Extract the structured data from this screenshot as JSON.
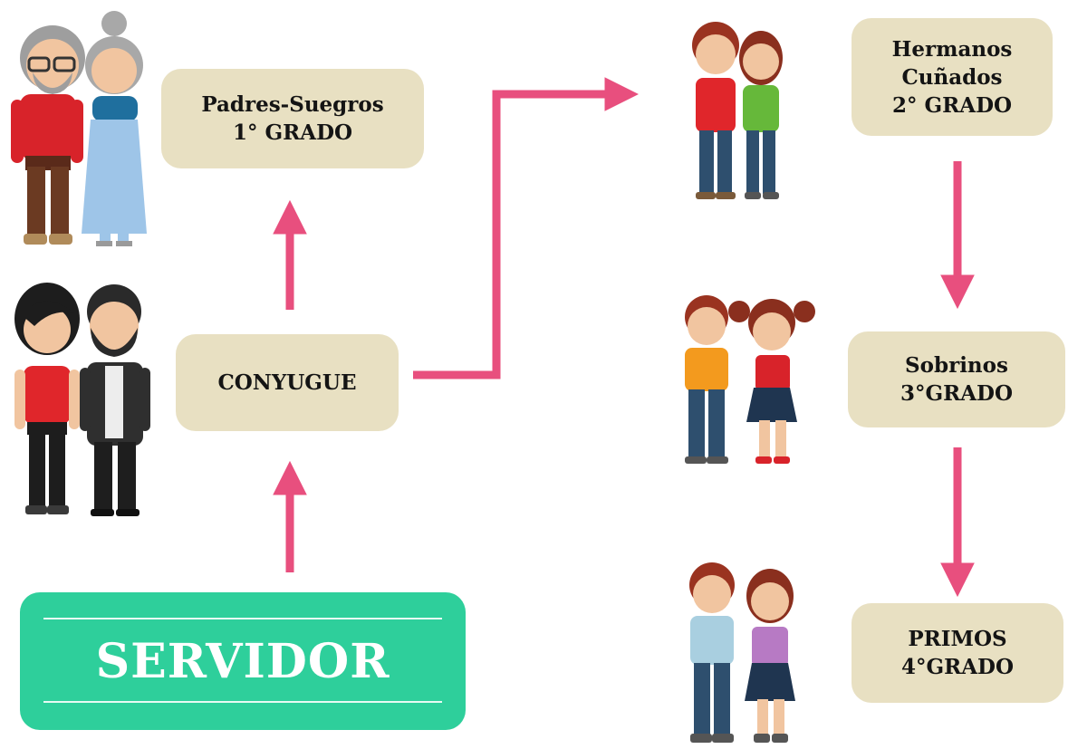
{
  "boxes": {
    "padres": {
      "line1": "Padres-Suegros",
      "line2": "1° GRADO"
    },
    "conyugue": {
      "line1": "CONYUGUE"
    },
    "hermanos": {
      "line1": "Hermanos",
      "line2": "Cuñados",
      "line3": "2°  GRADO"
    },
    "sobrinos": {
      "line1": "Sobrinos",
      "line2": "3°GRADO"
    },
    "primos": {
      "line1": "PRIMOS",
      "line2": "4°GRADO"
    }
  },
  "servidor": {
    "label": "SERVIDOR"
  },
  "colors": {
    "box_fill": "#e8e0c2",
    "servidor_fill": "#2ecf9b",
    "arrow": "#e84f7e",
    "text": "#141414"
  },
  "icons": [
    "grandparents-icon",
    "spouse-couple-icon",
    "siblings-icon",
    "nephews-icon",
    "cousins-icon"
  ]
}
